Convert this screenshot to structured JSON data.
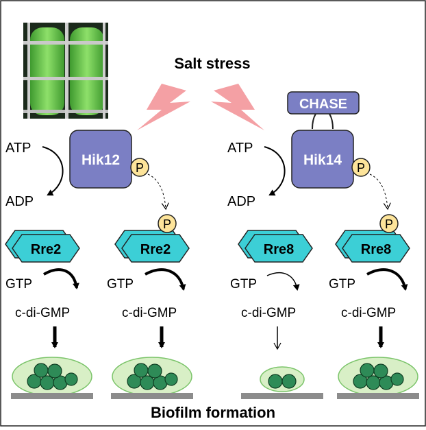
{
  "title": "Salt stress",
  "footer": "Biofilm formation",
  "kinases": [
    {
      "label": "Hik12",
      "atp": "ATP",
      "adp": "ADP",
      "phospho": "P"
    },
    {
      "label": "Hik14",
      "atp": "ATP",
      "adp": "ADP",
      "phospho": "P",
      "sensor": "CHASE"
    }
  ],
  "regulators": [
    {
      "label": "Rre2",
      "phosphorylated": false,
      "gtp": "GTP",
      "product": "c-di-GMP"
    },
    {
      "label": "Rre2",
      "phosphorylated": true,
      "gtp": "GTP",
      "product": "c-di-GMP",
      "phospho": "P"
    },
    {
      "label": "Rre8",
      "phosphorylated": false,
      "gtp": "GTP",
      "product": "c-di-GMP"
    },
    {
      "label": "Rre8",
      "phosphorylated": true,
      "gtp": "GTP",
      "product": "c-di-GMP",
      "phospho": "P"
    }
  ],
  "colors": {
    "kinase": "#7b7fc4",
    "regulator": "#3ccfd6",
    "phospho": "#fde49a",
    "lightning": "#f4a0a4",
    "biofilm": "#d8efc6",
    "cell": "#2e8b57",
    "tube": "#4caf3c"
  }
}
